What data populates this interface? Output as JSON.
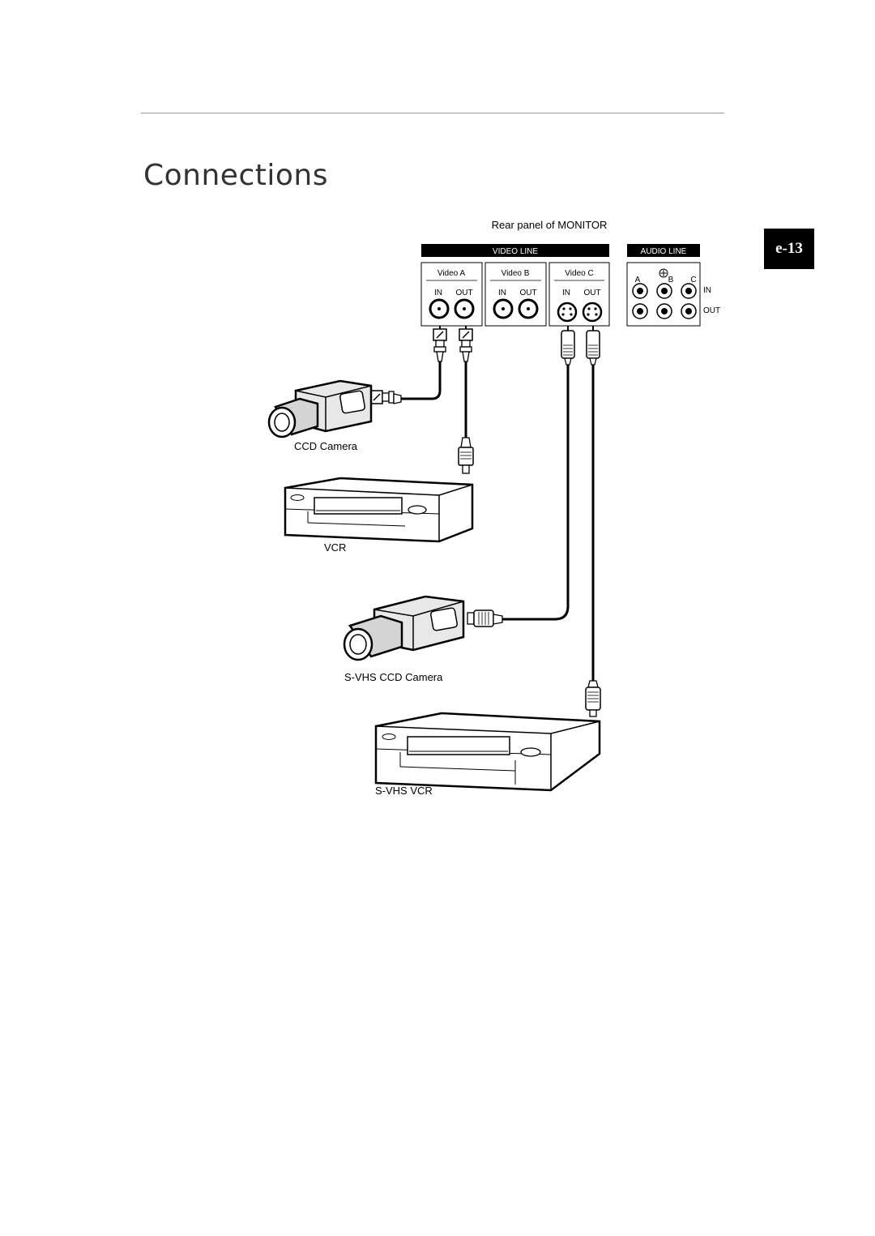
{
  "page": {
    "title": "Connections",
    "page_tab": "e-13"
  },
  "diagram": {
    "panel_caption": "Rear panel of MONITOR",
    "video_line_label": "VIDEO LINE",
    "audio_line_label": "AUDIO LINE",
    "video_inputs": [
      {
        "name": "Video A",
        "in": "IN",
        "out": "OUT"
      },
      {
        "name": "Video B",
        "in": "IN",
        "out": "OUT"
      },
      {
        "name": "Video C",
        "in": "IN",
        "out": "OUT"
      }
    ],
    "audio_channels": [
      "A",
      "B",
      "C"
    ],
    "audio_in_label": "IN",
    "audio_out_label": "OUT",
    "devices": {
      "ccd_camera": "CCD Camera",
      "vcr": "VCR",
      "svhs_camera": "S-VHS CCD Camera",
      "svhs_vcr": "S-VHS VCR"
    }
  }
}
